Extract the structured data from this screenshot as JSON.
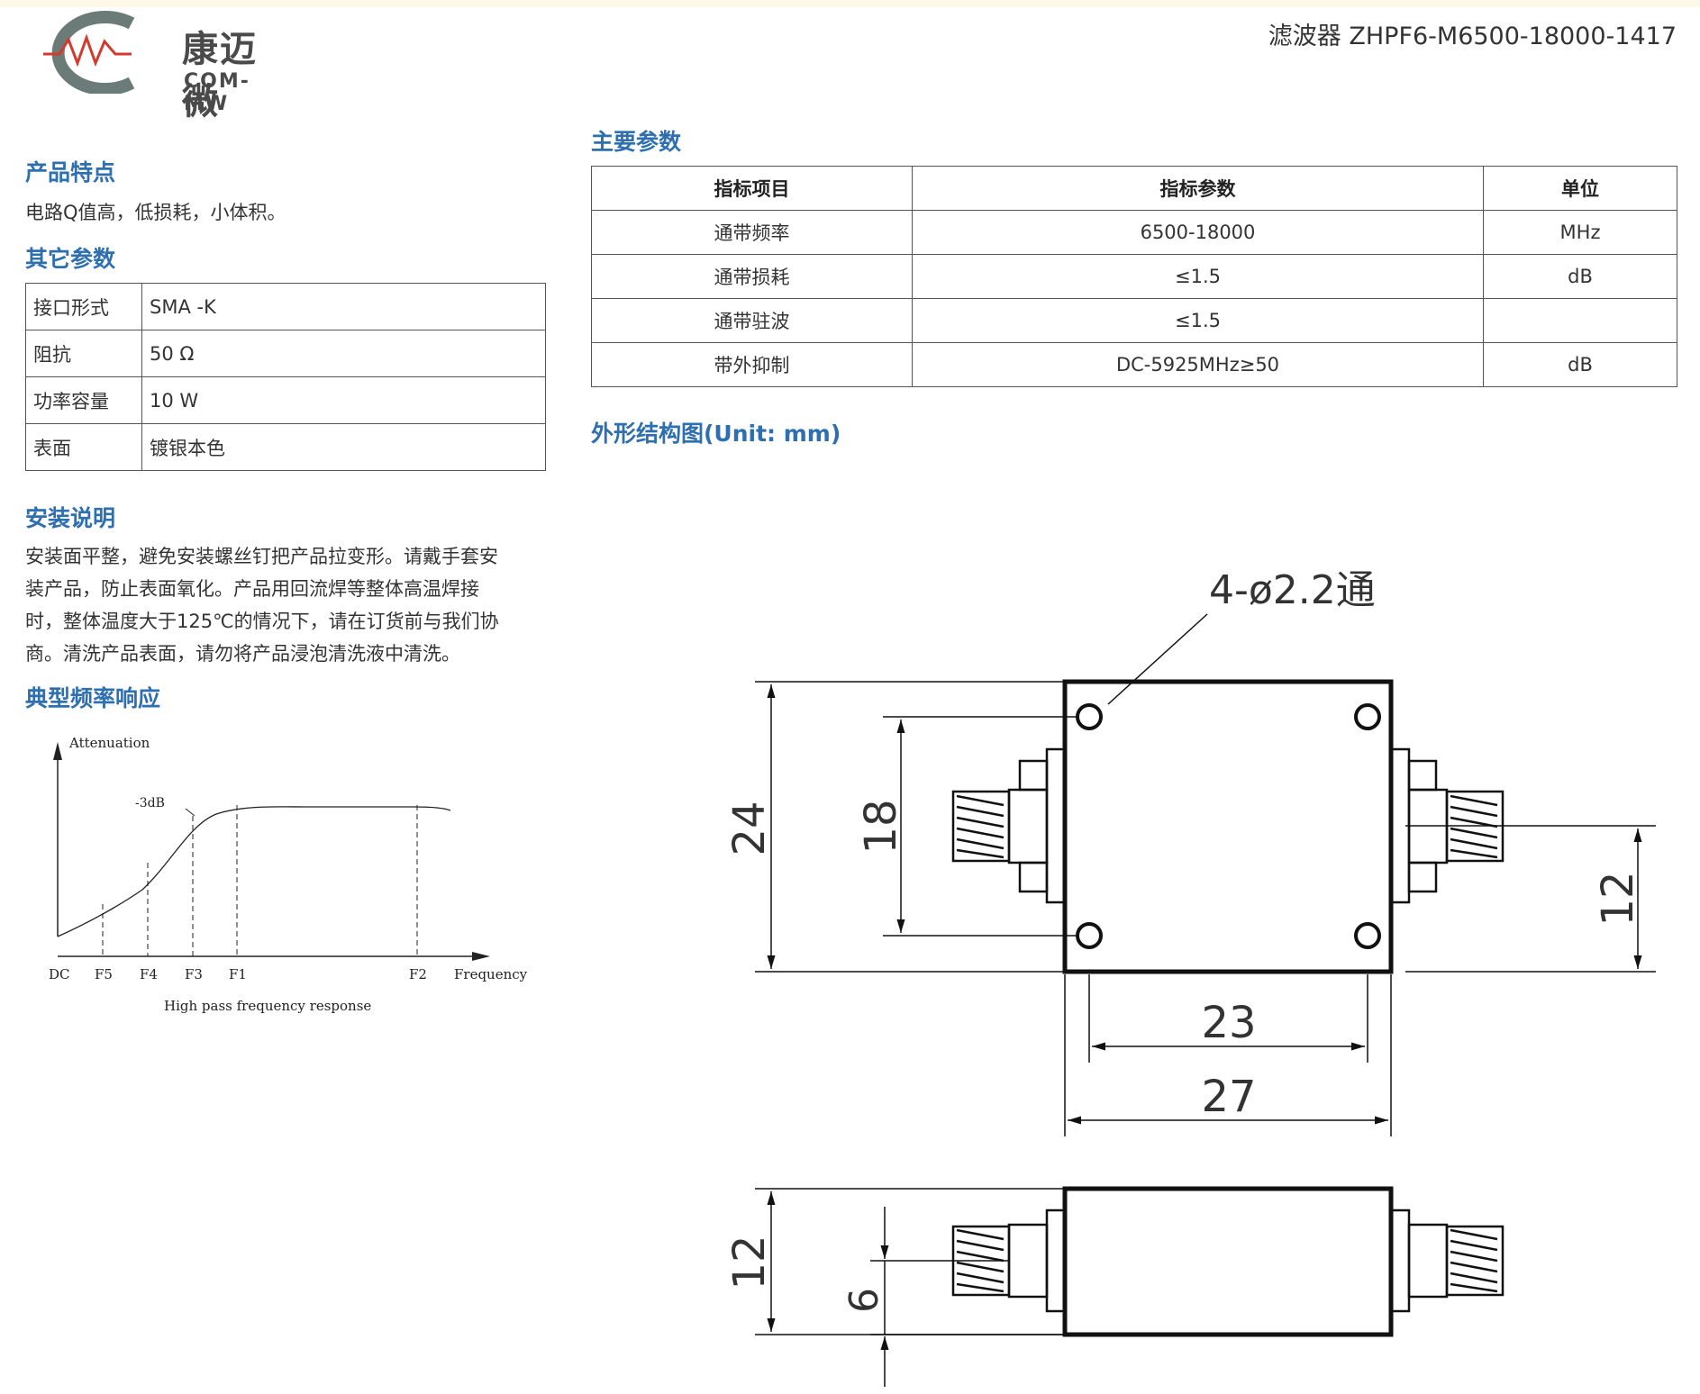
{
  "header": {
    "brand_cn": "康迈微",
    "brand_en": "COM-MW",
    "title": "滤波器 ZHPF6-M6500-18000-1417"
  },
  "features": {
    "heading": "产品特点",
    "text": "电路Q值高，低损耗，小体积。"
  },
  "other_params": {
    "heading": "其它参数",
    "rows": [
      {
        "key": "接口形式",
        "value": "SMA -K"
      },
      {
        "key": "阻抗",
        "value": "50 Ω"
      },
      {
        "key": "功率容量",
        "value": "10 W"
      },
      {
        "key": "表面",
        "value": "镀银本色"
      }
    ]
  },
  "install": {
    "heading": "安装说明",
    "lines": [
      "安装面平整，避免安装螺丝钉把产品拉变形。请戴手套安",
      "装产品，防止表面氧化。产品用回流焊等整体高温焊接",
      "时，整体温度大于125℃的情况下，请在订货前与我们协",
      "商。清洗产品表面，请勿将产品浸泡清洗液中清洗。"
    ]
  },
  "response": {
    "heading": "典型频率响应",
    "y_label": "Attenuation",
    "marker": "-3dB",
    "x_ticks": [
      "DC",
      "F5",
      "F4",
      "F3",
      "F1",
      "F2"
    ],
    "x_label": "Frequency",
    "caption": "High pass frequency response"
  },
  "main_params": {
    "heading": "主要参数",
    "columns": [
      "指标项目",
      "指标参数",
      "单位"
    ],
    "rows": [
      [
        "通带频率",
        "6500-18000",
        "MHz"
      ],
      [
        "通带损耗",
        "≤1.5",
        "dB"
      ],
      [
        "通带驻波",
        "≤1.5",
        ""
      ],
      [
        "带外抑制",
        "DC-5925MHz≥50",
        "dB"
      ]
    ]
  },
  "outline": {
    "heading": "外形结构图(Unit: mm)",
    "hole_note": "4-ø2.2通",
    "dims": {
      "height": "24",
      "hole_pitch_v": "18",
      "connector_offset": "12",
      "hole_pitch_h": "23",
      "width": "27",
      "side_height": "12",
      "side_offset": "6"
    }
  },
  "colors": {
    "heading": "#2e6fb0",
    "logo_gray": "#6b7b78",
    "logo_red": "#d23a2e"
  }
}
